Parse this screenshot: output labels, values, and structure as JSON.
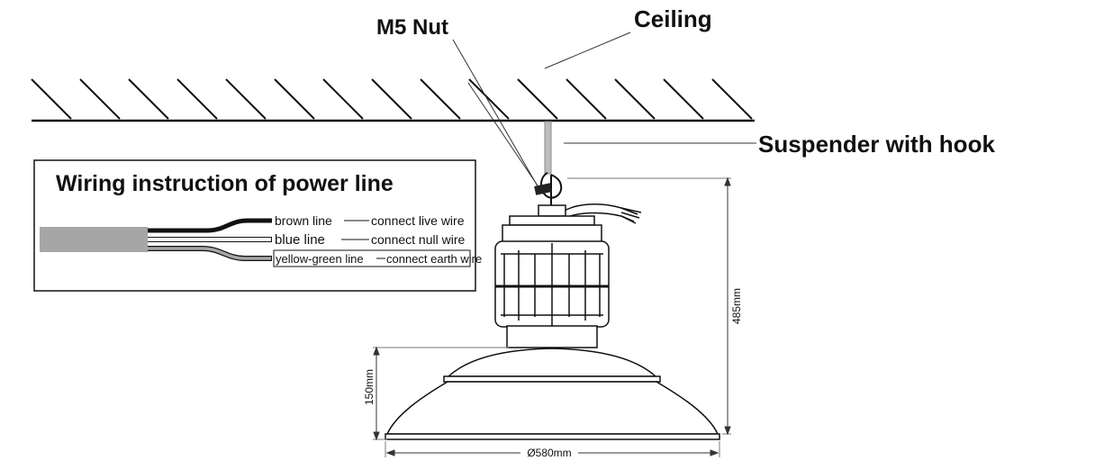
{
  "labels": {
    "m5_nut": "M5 Nut",
    "ceiling": "Ceiling",
    "suspender": "Suspender with hook"
  },
  "dimensions": {
    "height_total": "485mm",
    "height_shade": "150mm",
    "diameter": "Ø580mm"
  },
  "wiring": {
    "title": "Wiring  instruction of power line",
    "rows": [
      {
        "line": "brown line",
        "connection": "connect live wire"
      },
      {
        "line": "blue line",
        "connection": "connect null wire"
      },
      {
        "line": "yellow-green line",
        "connection": "connect earth wire"
      }
    ]
  },
  "colors": {
    "ink": "#111111",
    "cable_sheath": "#a6a6a6",
    "suspender": "#bdbdbd"
  }
}
